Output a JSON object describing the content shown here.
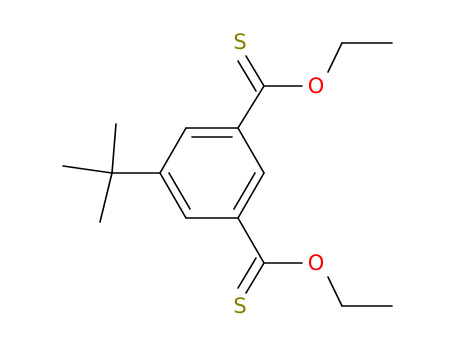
{
  "colors": {
    "bond": "#000000",
    "sulfur": "#808000",
    "oxygen": "#ff0000",
    "background": "#ffffff"
  },
  "atoms": {
    "s_top": "S",
    "o_top": "O",
    "s_bottom": "S",
    "o_bottom": "O"
  }
}
